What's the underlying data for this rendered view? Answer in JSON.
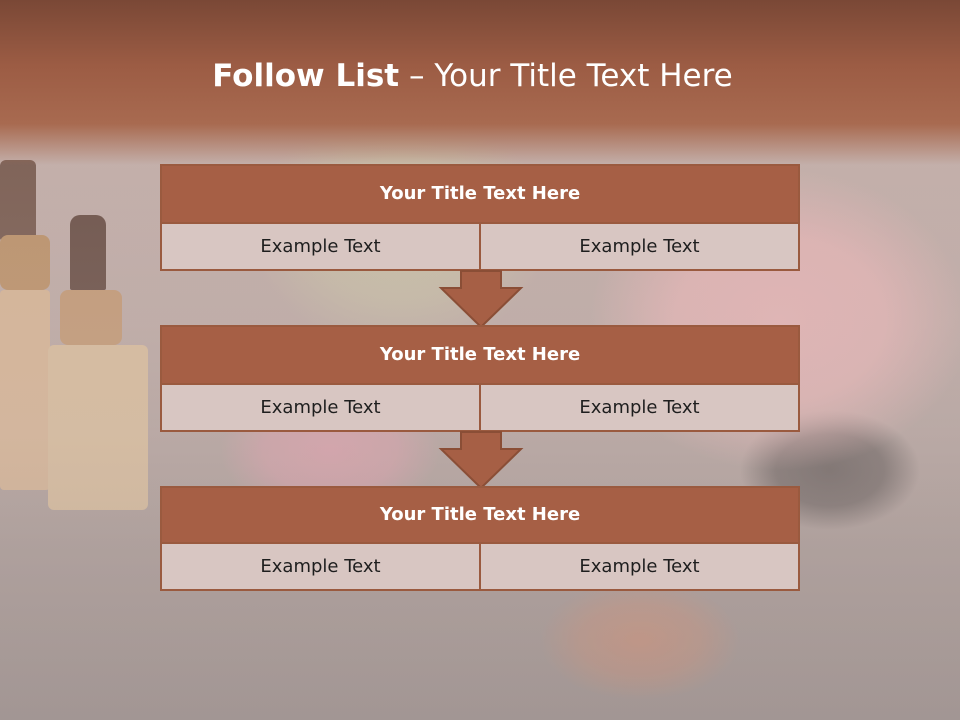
{
  "slide": {
    "title_bold": "Follow List",
    "title_rest": " – Your Title Text Here"
  },
  "steps": [
    {
      "title": "Your Title Text Here",
      "left": "Example Text",
      "right": "Example Text"
    },
    {
      "title": "Your Title Text Here",
      "left": "Example Text",
      "right": "Example Text"
    },
    {
      "title": "Your Title Text Here",
      "left": "Example Text",
      "right": "Example Text"
    }
  ],
  "colors": {
    "header": "#9c5c44",
    "box_title": "#a65f45",
    "box_cell": "#d8c6c2",
    "border": "#9a5a3f"
  },
  "icons": [
    "arrow-down-icon"
  ]
}
